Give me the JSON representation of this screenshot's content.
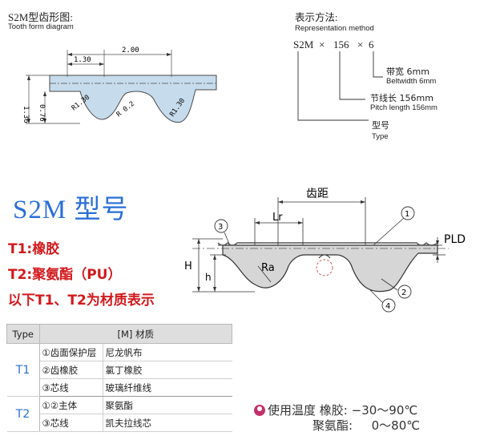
{
  "tooth_form": {
    "title": "S2M型齿形图:",
    "subtitle": "Tooth form diagram",
    "dims": {
      "pitch_small": "1.30",
      "pitch": "2.00",
      "height": "1.36",
      "tooth_height": "0.76",
      "radius_left": "R1.30",
      "radius_bottom": "R 0.2",
      "radius_right": "R1.30"
    }
  },
  "representation": {
    "title": "表示方法:",
    "subtitle": "Representation method",
    "code_s2m": "S2M",
    "code_x1": "×",
    "code_156": "156",
    "code_x2": "×",
    "code_6": "6",
    "beltwidth_cn": "带宽 6mm",
    "beltwidth_en": "Beltwidth 6mm",
    "pitchlength_cn": "节线长 156mm",
    "pitchlength_en": "Pitch length 156mm",
    "type_cn": "型号",
    "type_en": "Type"
  },
  "model": {
    "title": "S2M 型号",
    "lines": [
      "T1:橡胶",
      "T2:聚氨酯（PU）",
      "以下T1、T2为材质表示"
    ]
  },
  "belt_diagram": {
    "pitch_label": "齿距",
    "lr_label": "Lr",
    "pld_label": "PLD",
    "h_label": "H",
    "h_small_label": "h",
    "ra_label": "Ra",
    "callout_1": "1",
    "callout_2": "2",
    "callout_3": "3",
    "callout_4": "4"
  },
  "material_table": {
    "header_type": "Type",
    "header_material": "[M] 材质",
    "rows": [
      {
        "type": "T1",
        "part": "①齿面保护层",
        "material": "尼龙帆布"
      },
      {
        "type": "",
        "part": "②齿橡胶",
        "material": "氯丁橡胶"
      },
      {
        "type": "",
        "part": "③芯线",
        "material": "玻璃纤维线"
      },
      {
        "type": "T2",
        "part": "①②主体",
        "material": "聚氨酯"
      },
      {
        "type": "",
        "part": "③芯线",
        "material": "凯夫拉线芯"
      }
    ]
  },
  "temperature": {
    "label": "使用温度",
    "rubber_label": "橡胶:",
    "rubber_range": "−30～90℃",
    "pu_label": "聚氨酯:",
    "pu_range": "0～80℃"
  },
  "colors": {
    "accent_blue": "#2a6fd6",
    "accent_red": "#d2191c",
    "belt_fill": "#c6dced",
    "tooth_fill": "#d6d6d6"
  }
}
